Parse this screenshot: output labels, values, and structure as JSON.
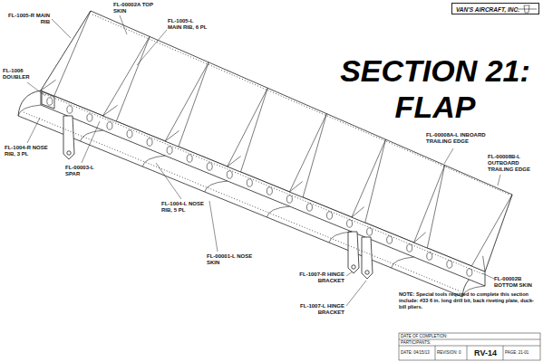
{
  "diagram": {
    "title": "SECTION 21: FLAP",
    "labels": [
      "FL-1005-R MAIN RIB",
      "FL-00002A TOP SKIN",
      "FL-1005-L MAIN RIB, 6 PL",
      "FL-1006 DOUBLER",
      "FL-1004-R NOSE RIB, 3 PL",
      "FL-00003-L SPAR",
      "FL-1004-L NOSE RIB, 5 PL",
      "FL-00008A-L INBOARD TRAILING EDGE",
      "FL-00008B-L OUTBOARD TRAILING EDGE",
      "FL-00001-L NOSE SKIN",
      "FL-1007-R HINGE BRACKET",
      "FL-1007-L HINGE BRACKET",
      "FL-00002B BOTTOM SKIN",
      "NOTE: Special tools required to complete this section include: #33 6 in. long drill bit, back riveting plate, duck-bill pliers.",
      "VAN'S AIRCRAFT, INC.",
      "DATE OF COMPLETION:",
      "PARTICIPANTS:",
      "DATE: 04/15/13",
      "REVISION: 0",
      "RV-14",
      "PAGE: 21-01"
    ]
  }
}
